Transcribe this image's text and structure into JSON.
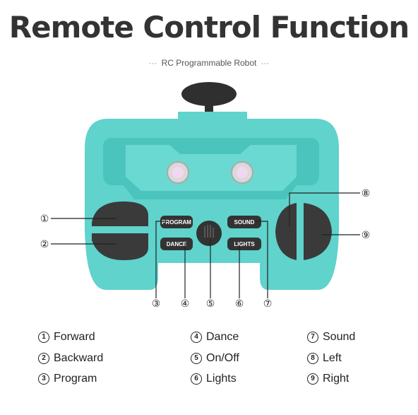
{
  "title": "Remote Control Function",
  "subtitle": "RC Programmable Robot",
  "buttons": {
    "program": "PROGRAM",
    "dance": "DANCE",
    "sound": "SOUND",
    "lights": "LIGHTS"
  },
  "callouts": [
    "①",
    "②",
    "③",
    "④",
    "⑤",
    "⑥",
    "⑦",
    "⑧",
    "⑨"
  ],
  "legend": [
    {
      "num": "1",
      "label": "Forward"
    },
    {
      "num": "2",
      "label": "Backward"
    },
    {
      "num": "3",
      "label": "Program"
    },
    {
      "num": "4",
      "label": "Dance"
    },
    {
      "num": "5",
      "label": "On/Off"
    },
    {
      "num": "6",
      "label": "Lights"
    },
    {
      "num": "7",
      "label": "Sound"
    },
    {
      "num": "8",
      "label": "Left"
    },
    {
      "num": "9",
      "label": "Right"
    }
  ],
  "colors": {
    "body": "#5fd3cc",
    "body_dark": "#3fb5ae",
    "button": "#3a3a3a"
  }
}
